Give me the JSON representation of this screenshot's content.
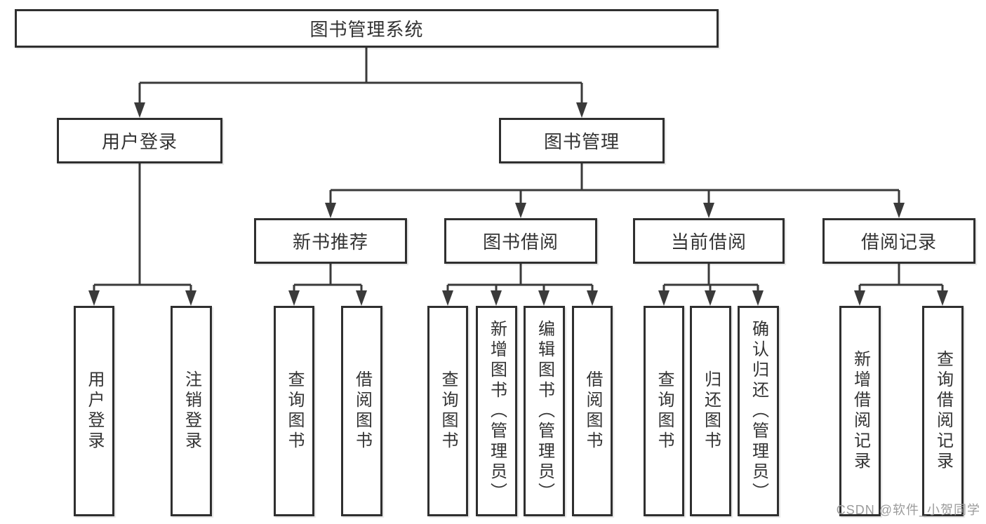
{
  "colors": {
    "background": "#ffffff",
    "box_fill": "#ffffff",
    "box_border": "#2f2f2f",
    "line": "#3a3a3a",
    "text": "#333333",
    "watermark_text": "#9b9b9b"
  },
  "watermark": {
    "text": "CSDN @软件_小贺同学"
  },
  "tree": {
    "label": "图书管理系统",
    "children": [
      {
        "label": "用户登录",
        "children": [
          {
            "label": "用户登录"
          },
          {
            "label": "注销登录"
          }
        ]
      },
      {
        "label": "图书管理",
        "children": [
          {
            "label": "新书推荐",
            "children": [
              {
                "label": "查询图书"
              },
              {
                "label": "借阅图书"
              }
            ]
          },
          {
            "label": "图书借阅",
            "children": [
              {
                "label": "查询图书"
              },
              {
                "label": "新增图书（管理员）"
              },
              {
                "label": "编辑图书（管理员）"
              },
              {
                "label": "借阅图书"
              }
            ]
          },
          {
            "label": "当前借阅",
            "children": [
              {
                "label": "查询图书"
              },
              {
                "label": "归还图书"
              },
              {
                "label": "确认归还（管理员）"
              }
            ]
          },
          {
            "label": "借阅记录",
            "children": [
              {
                "label": "新增借阅记录"
              },
              {
                "label": "查询借阅记录"
              }
            ]
          }
        ]
      }
    ]
  }
}
